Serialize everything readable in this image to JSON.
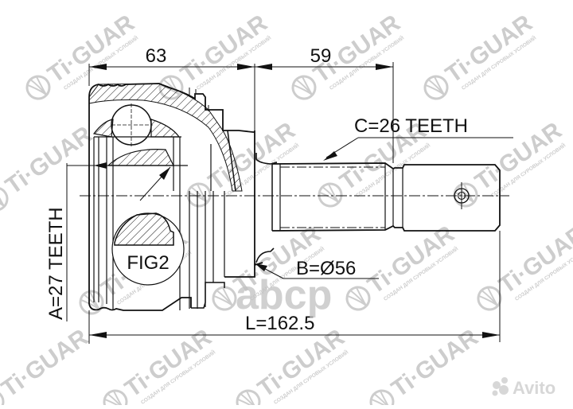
{
  "drawing": {
    "subject": "CV joint outer (drive shaft end)",
    "dimensions": {
      "outer_length": "63",
      "shaft_length": "59",
      "total_length": "L=162.5"
    },
    "callouts": {
      "spline_a": "A=27 TEETH",
      "spline_c": "C=26 TEETH",
      "abs_ring": "B=Ø56",
      "detail": "FIG2"
    },
    "colors": {
      "line": "#111111",
      "watermark": "#c8c8c8",
      "background": "#ffffff"
    }
  },
  "watermarks": {
    "brand": "Ti·GUAR",
    "tagline": "СОЗДАН ДЛЯ СУРОВЫХ УСЛОВИЙ",
    "overlay_abcp": "abcp",
    "overlay_avito": "Avito"
  }
}
